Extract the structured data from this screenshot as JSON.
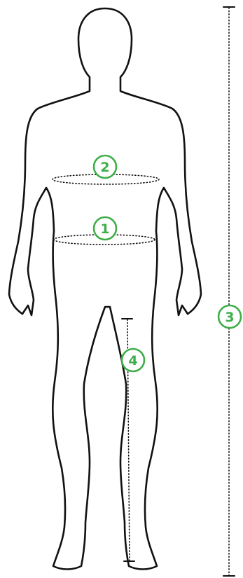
{
  "colors": {
    "accent": "#3fae49",
    "outline": "#111111",
    "background": "#ffffff"
  },
  "markers": [
    {
      "id": "marker-1",
      "label": "1"
    },
    {
      "id": "marker-2",
      "label": "2"
    },
    {
      "id": "marker-3",
      "label": "3"
    },
    {
      "id": "marker-4",
      "label": "4"
    }
  ]
}
